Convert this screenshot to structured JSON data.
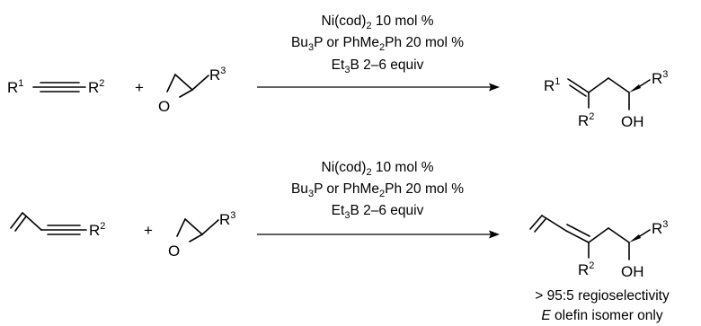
{
  "labels": {
    "r1": "R",
    "r1_sup": "1",
    "r2": "R",
    "r2_sup": "2",
    "r3": "R",
    "r3_sup": "3",
    "plus": "+",
    "epoxide_o": "O",
    "oh": "OH"
  },
  "conditions": {
    "line1": {
      "a": "Ni(cod)",
      "a_sub": "2",
      "b": " 10 mol %"
    },
    "line2": {
      "a": "Bu",
      "a_sub": "3",
      "b": "P or PhMe",
      "b_sub": "2",
      "c": "Ph 20 mol %"
    },
    "line3": {
      "a": "Et",
      "a_sub": "3",
      "b": "B 2–6 equiv"
    }
  },
  "notes": {
    "regio": "> 95:5 regioselectivity",
    "olefin_italic": "E",
    "olefin_rest": " olefin isomer only"
  }
}
